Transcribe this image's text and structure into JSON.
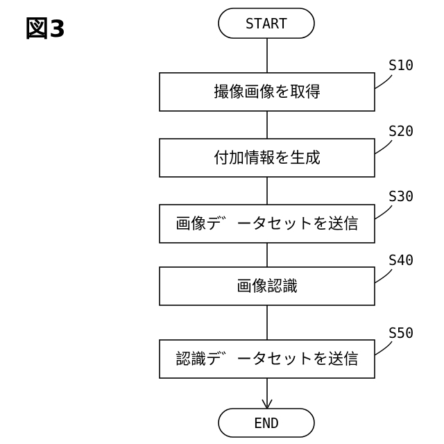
{
  "figure_label": "図3",
  "start": {
    "label": "START"
  },
  "end": {
    "label": "END"
  },
  "steps": [
    {
      "id": "S10",
      "label": "撮像画像を取得"
    },
    {
      "id": "S20",
      "label": "付加情報を生成"
    },
    {
      "id": "S30",
      "label": "画像デ゛ータセットを送信"
    },
    {
      "id": "S40",
      "label": "画像認識"
    },
    {
      "id": "S50",
      "label": "認識デ゛ータセットを送信"
    }
  ]
}
